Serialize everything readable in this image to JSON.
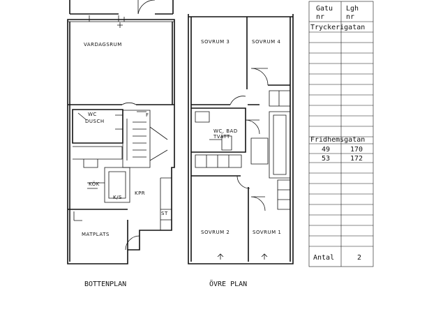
{
  "plans": {
    "ground": {
      "caption": "BOTTENPLAN",
      "rooms": {
        "living": "VARDAGSRUM",
        "wc": "WC",
        "wc2": "DUSCH",
        "kitchen": "KÖK",
        "kpr": "KPR",
        "kitchen_unit": "K/S",
        "dining": "MATPLATS",
        "st": "ST",
        "f": "F"
      }
    },
    "upper": {
      "caption": "ÖVRE PLAN",
      "rooms": {
        "bed3": "SOVRUM 3",
        "bed4": "SOVRUM 4",
        "bath": "WC, BAD",
        "bath2": "TVÄTT",
        "bed2": "SOVRUM 2",
        "bed1": "SOVRUM 1"
      }
    }
  },
  "table": {
    "headers": [
      {
        "line1": "Gatu",
        "line2": "nr"
      },
      {
        "line1": "Lgh",
        "line2": "nr"
      }
    ],
    "street1": "Tryckerigatan",
    "street2": "Fridhemsgatan",
    "rows": [
      {
        "gatu": "49",
        "lgh": "170"
      },
      {
        "gatu": "53",
        "lgh": "172"
      }
    ],
    "footer_label": "Antal",
    "footer_value": "2"
  }
}
